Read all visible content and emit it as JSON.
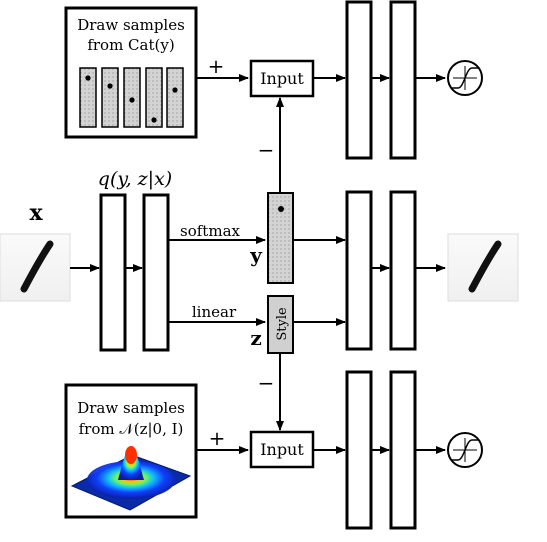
{
  "top_sample_box": {
    "line1": "Draw samples",
    "line2": "from Cat(y)"
  },
  "bottom_sample_box": {
    "line1": "Draw samples",
    "line2": "from 𝒩(z|0, I)"
  },
  "input_top": "Input",
  "input_bottom": "Input",
  "plus_top": "+",
  "plus_bottom": "+",
  "minus_top": "−",
  "minus_bottom": "−",
  "encoder_label": "q(y, z|x)",
  "x_label": "x",
  "y_label": "y",
  "z_label": "z",
  "softmax_label": "softmax",
  "linear_label": "linear",
  "style_label": "Style",
  "colors": {
    "cat_fill": "#d0d0d0",
    "stroke": "#000000"
  }
}
